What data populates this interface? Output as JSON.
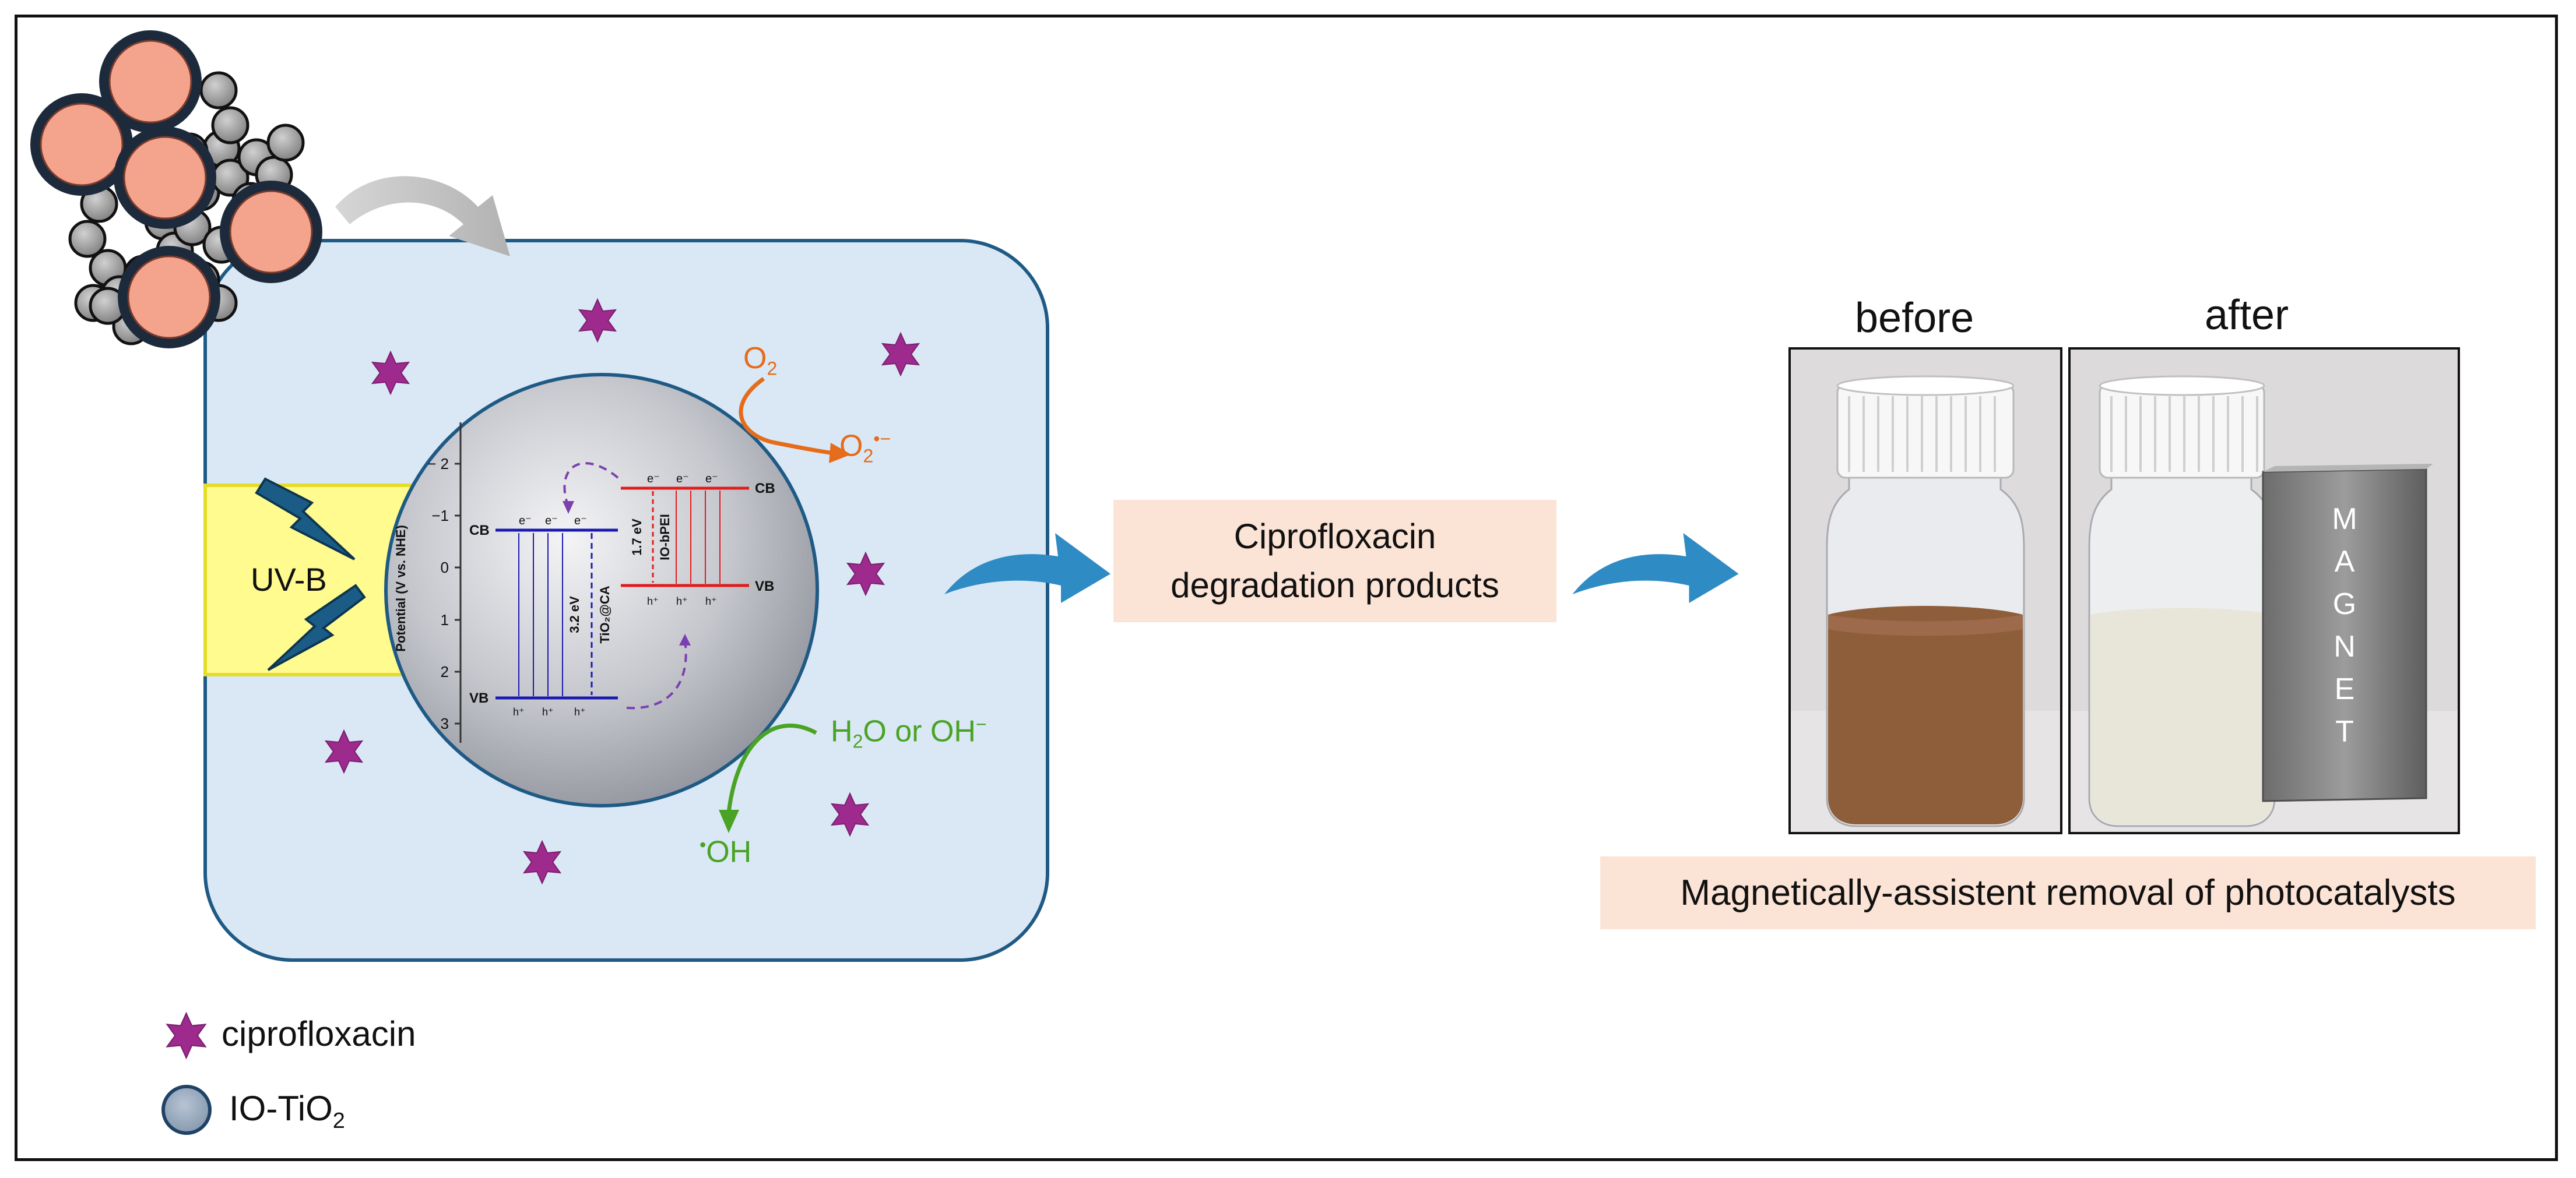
{
  "light_source": {
    "label": "UV-B"
  },
  "energy_diagram": {
    "y_axis_label": "Potential (V vs. NHE)",
    "y_ticks": [
      "− 2",
      "−1",
      "0",
      "1",
      "2",
      "3"
    ],
    "tio2": {
      "cb": "CB",
      "vb": "VB",
      "gap": "3.2 eV",
      "name": "TiO₂@CA",
      "electron": "e⁻",
      "hole": "h⁺"
    },
    "io_bpei": {
      "cb": "CB",
      "vb": "VB",
      "gap": "1.7 eV",
      "name": "IO-bPEI",
      "electron": "e⁻",
      "hole": "h⁺"
    }
  },
  "species": {
    "o2": "O",
    "o2_sub": "2",
    "superoxide": "O",
    "superoxide_sub": "2",
    "superoxide_sup": "•−",
    "water": "H",
    "water_sub": "2",
    "water_rest": "O or OH",
    "water_sup": "−",
    "hydroxyl_dot": "•",
    "hydroxyl": "OH"
  },
  "product_label": "Ciprofloxacin degradation products",
  "product_label_line1": "Ciprofloxacin",
  "product_label_line2": "degradation products",
  "photos": {
    "before_label": "before",
    "after_label": "after",
    "magnet_letters": [
      "M",
      "A",
      "G",
      "N",
      "E",
      "T"
    ]
  },
  "removal_label": "Magnetically-assistent removal of photocatalysts",
  "legend": {
    "ciprofloxacin": "ciprofloxacin",
    "io_tio2": "IO-TiO",
    "io_tio2_sub": "2"
  },
  "colors": {
    "reactor_fill": "#dae8f6",
    "reactor_border": "#1f5a85",
    "uv_band": "#fffb8f",
    "uv_band_border": "#e5dc2a",
    "pollutant": "#9e2a8e",
    "tio2_band": "#1a1ab0",
    "io_bpei_band": "#e01c1c",
    "oxygen": "#e46c1a",
    "water": "#4aa324",
    "arrow_blue": "#2e8bc3",
    "label_bg": "#fbe3d6",
    "particle_core": "#f4a38c",
    "particle_shell": "#1c2a3c"
  }
}
